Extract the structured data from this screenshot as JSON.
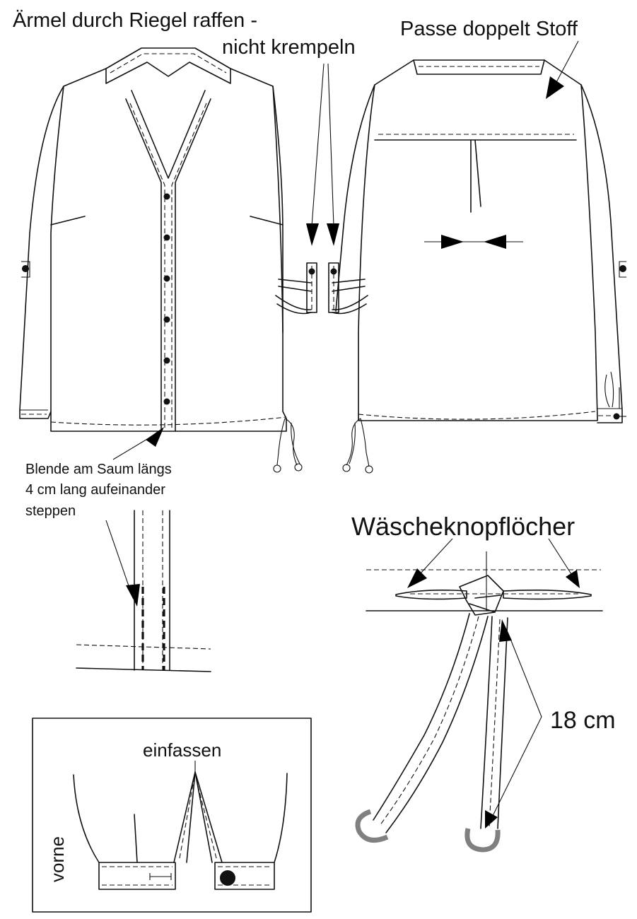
{
  "labels": {
    "sleeve_note": "Ärmel durch Riegel raffen -",
    "sleeve_note_2": "nicht krempeln",
    "yoke_note": "Passe doppelt Stoff",
    "placket_note_1": "Blende am Saum längs",
    "placket_note_2": "4 cm lang aufeinander",
    "placket_note_3": "steppen",
    "buttonholes": "Wäscheknopflöcher",
    "length": "18 cm",
    "binding": "einfassen",
    "front": "vorne"
  },
  "colors": {
    "line": "#111111",
    "arrow": "#000000",
    "ring": "#808080",
    "background": "#ffffff"
  }
}
